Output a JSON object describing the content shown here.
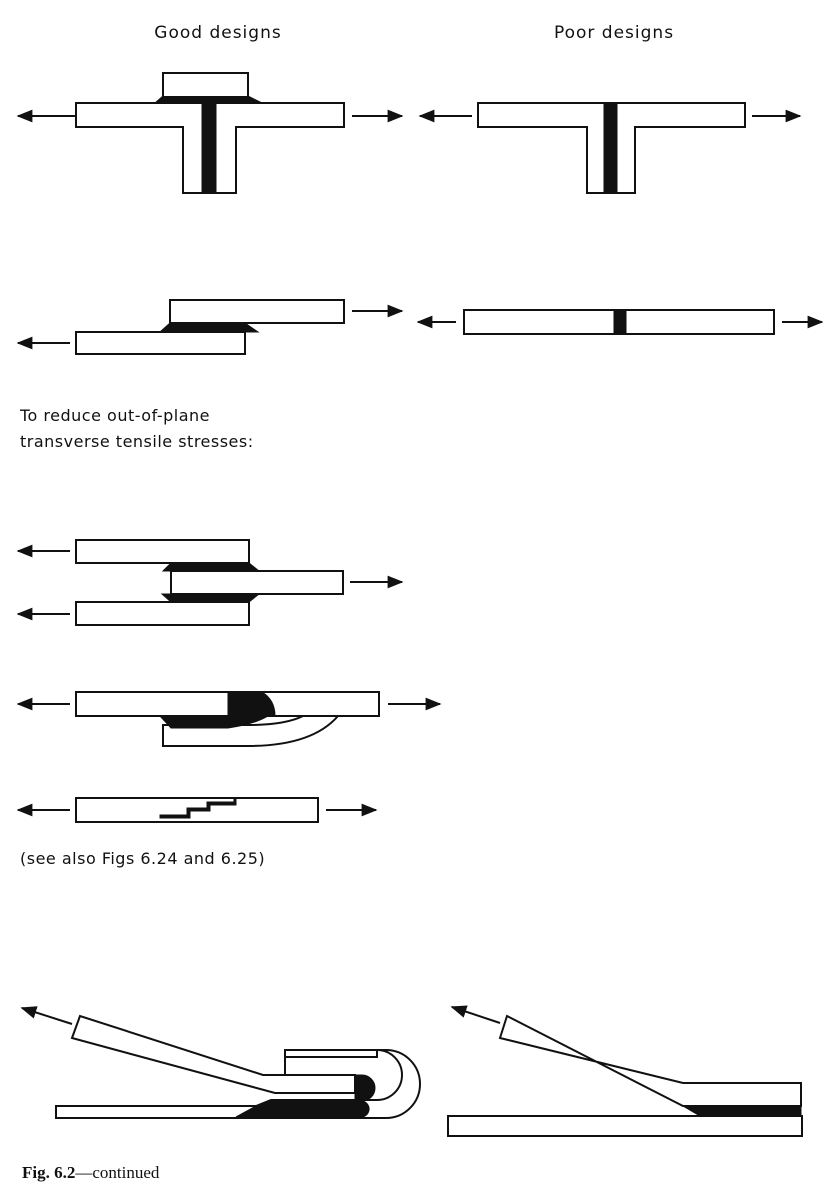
{
  "headings": {
    "good": "Good designs",
    "poor": "Poor designs"
  },
  "notes": {
    "reduce_line1": "To reduce out-of-plane",
    "reduce_line2": "transverse tensile stresses:",
    "see_also": "(see also Figs 6.24 and 6.25)"
  },
  "caption": {
    "label": "Fig. 6.2",
    "suffix": "—continued"
  },
  "colors": {
    "ink": "#111111",
    "background": "#ffffff"
  }
}
